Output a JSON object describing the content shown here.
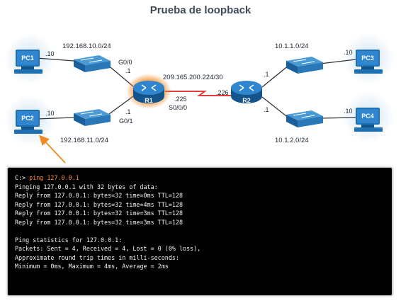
{
  "title": "Prueba de loopback",
  "devices": {
    "pc1": "PC1",
    "pc2": "PC2",
    "pc3": "PC3",
    "pc4": "PC4",
    "r1": "R1",
    "r2": "R2"
  },
  "networks": {
    "lan1": "192.168.10.0/24",
    "lan2": "192.168.11.0/24",
    "wan": "209.165.200.224/30",
    "lan3": "10.1.1.0/24",
    "lan4": "10.1.2.0/24"
  },
  "interfaces": {
    "r1_g00": "G0/0",
    "r1_g01": "G0/1",
    "r1_s000": "S0/0/0"
  },
  "addresses": {
    "pc1": ".10",
    "pc2": ".10",
    "pc3": ".10",
    "pc4": ".10",
    "r1_lan1": ".1",
    "r1_lan2": ".1",
    "r1_wan": ".225",
    "r2_wan": ".226",
    "r2_lan3": ".1",
    "r2_lan4": ".1"
  },
  "terminal": {
    "prompt": "C:> ",
    "command": "ping 127.0.0.1",
    "lines": [
      "Pinging 127.0.0.1 with 32 bytes of data:",
      "Reply from 127.0.0.1: bytes=32 time=0ms TTL=128",
      "Reply from 127.0.0.1: bytes=32 time=4ms TTL=128",
      "Reply from 127.0.0.1: bytes=32 time=3ms TTL=128",
      "Reply from 127.0.0.1: bytes=32 time=3ms TTL=128"
    ],
    "stats": [
      "Ping statistics for 127.0.0.1:",
      "Packets: Sent = 4, Received = 4, Lost = 0 (0% loss),",
      "Approximate round trip times in milli-seconds:",
      "Minimum = 0ms, Maximum = 4ms, Average = 2ms"
    ]
  },
  "colors": {
    "device_blue": "#1f6fb3",
    "highlight_orange": "#f08a24",
    "serial_red": "#e23b3b",
    "command_orange": "#ff8c3a"
  }
}
